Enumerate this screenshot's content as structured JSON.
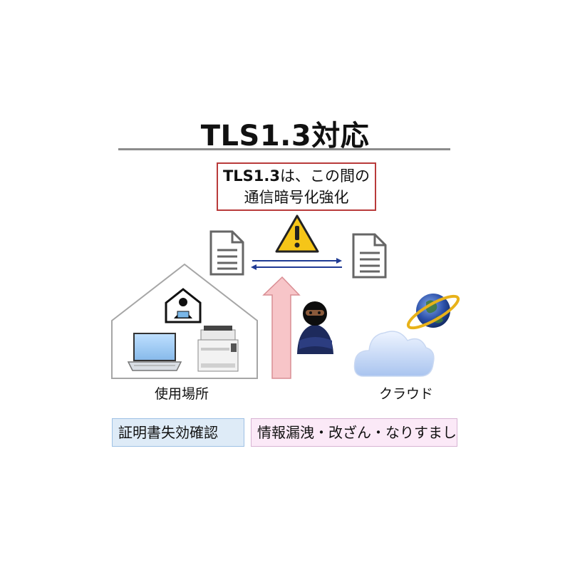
{
  "title": "TLS1.3対応",
  "callout": {
    "line1_bold": "TLS1.3",
    "line1_rest": "は、この間の",
    "line2": "通信暗号化強化"
  },
  "labels": {
    "site": "使用場所",
    "cloud": "クラウド"
  },
  "tags": {
    "cert": "証明書失効確認",
    "risk": "情報漏洩・改ざん・なりすまし"
  },
  "colors": {
    "callout_border": "#b93b3b",
    "arrow_line": "#1f3a93",
    "upward_arrow": "#f7c5c8",
    "tag_cert_bg": "#deebf7",
    "tag_risk_bg": "#fbe9f7"
  },
  "icons": [
    "document-icon",
    "warning-icon",
    "user-icon",
    "laptop-icon",
    "printer-icon",
    "attacker-icon",
    "cloud-icon",
    "globe-icon"
  ]
}
